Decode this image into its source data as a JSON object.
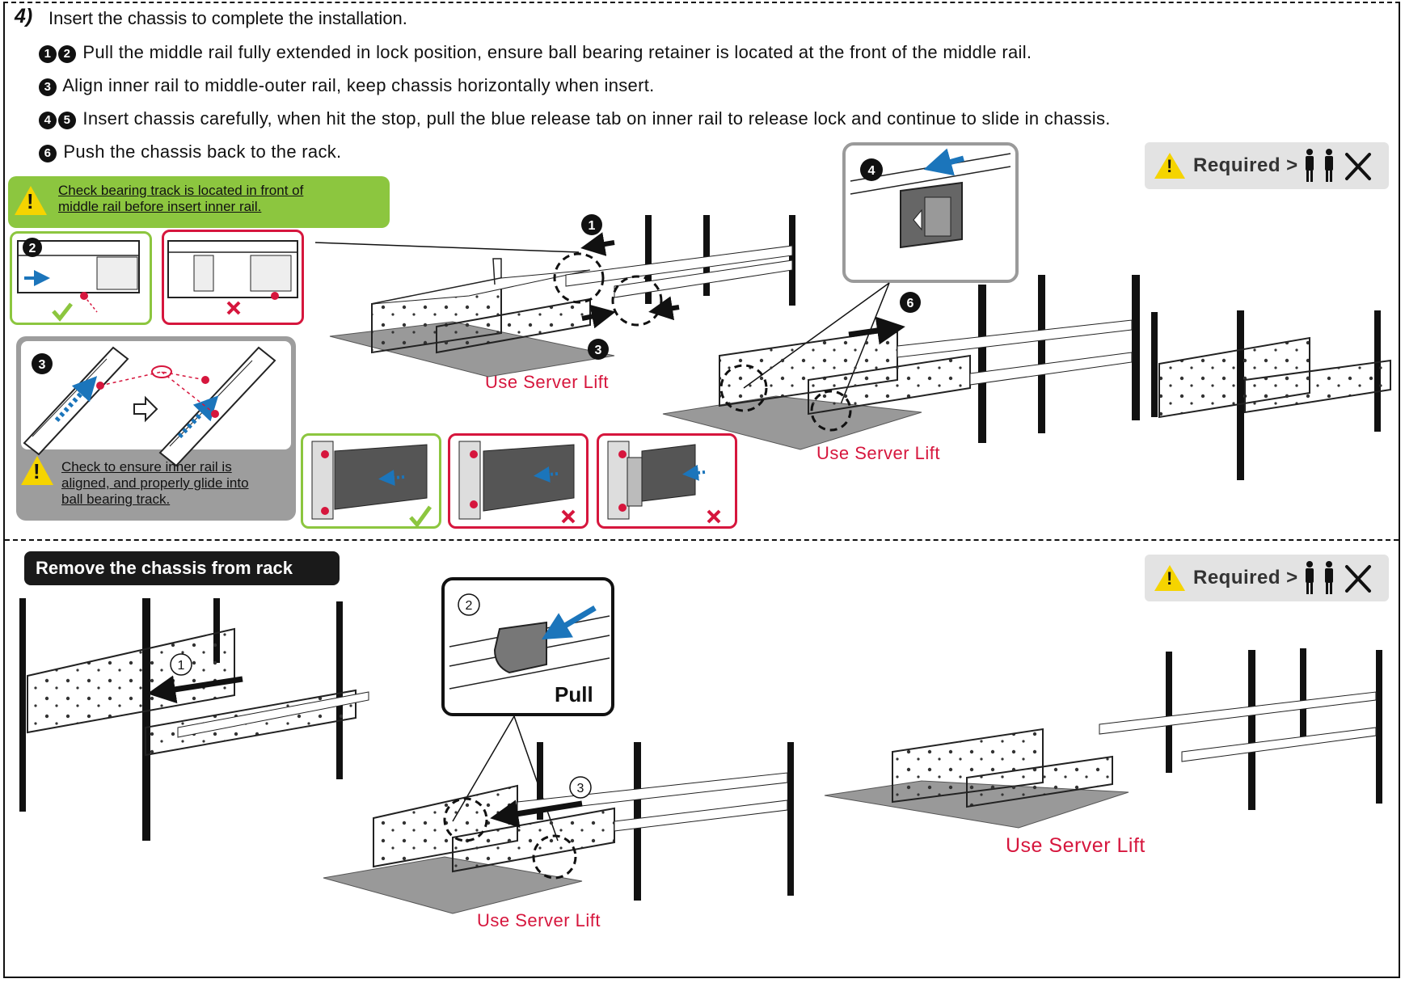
{
  "step": {
    "number": "4)",
    "heading": "Insert the chassis to complete the installation."
  },
  "instructions": [
    {
      "markers": [
        "1",
        "2"
      ],
      "text": "Pull the middle rail fully extended in lock position, ensure ball bearing  retainer is located at the front of the middle rail."
    },
    {
      "markers": [
        "3"
      ],
      "text": "Align inner rail to middle-outer rail, keep chassis horizontally when insert."
    },
    {
      "markers": [
        "4",
        "5"
      ],
      "text": "Insert chassis carefully, when hit the stop, pull the blue release tab on inner rail to release lock and continue to slide in chassis."
    },
    {
      "markers": [
        "6"
      ],
      "text": "Push the chassis back to the rack."
    }
  ],
  "required_badge": {
    "label": "Required >",
    "icons": [
      "person-icon",
      "person-icon",
      "tools-icon"
    ]
  },
  "notes": {
    "bearing_note_line1": "Check bearing track is located in front of",
    "bearing_note_line2": "middle rail before insert inner rail.",
    "align_note_line1": "Check to ensure inner rail is",
    "align_note_line2": "aligned, and properly glide into",
    "align_note_line3": "ball bearing track."
  },
  "callouts": {
    "c1": "1",
    "c2": "2",
    "c3": "3",
    "c4": "4",
    "c6": "6"
  },
  "server_lift_label": "Use Server Lift",
  "remove_section": {
    "title": "Remove the chassis from rack",
    "step1": "1",
    "step2": "2",
    "step3": "3",
    "pull_label": "Pull"
  },
  "colors": {
    "accent_green": "#8cc63f",
    "accent_red": "#d6163d",
    "blue_arrow": "#1b75bb",
    "warning_yellow": "#f5d400"
  }
}
